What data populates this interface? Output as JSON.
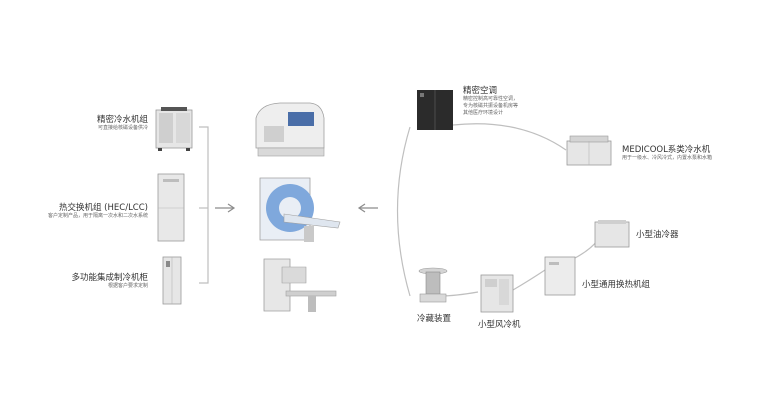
{
  "left_items": [
    {
      "title": "精密冷水机组",
      "subtitle": "可直接给核磁设备供冷"
    },
    {
      "title": "热交换机组 (HEC/LCC)",
      "subtitle": "客户定制产品，用于隔离一次水和二次水系统"
    },
    {
      "title": "多功能集成制冷机柜",
      "subtitle": "根据客户要求定制"
    }
  ],
  "right_top": [
    {
      "title": "精密空调",
      "subtitle_lines": [
        "精密控制高可靠性空调，",
        "专为核磁共振设备机房等",
        "其他医疗环境设计"
      ]
    },
    {
      "title": "MEDICOOL系类冷水机",
      "subtitle": "用于一级水、冷风冷式，内置水泵和水箱"
    }
  ],
  "right_bottom": [
    {
      "title": "小型油冷器"
    },
    {
      "title": "小型通用换热机组"
    },
    {
      "title": "冷藏装置"
    },
    {
      "title": "小型风冷机"
    }
  ],
  "colors": {
    "line": "#bfbfbf",
    "arrow": "#8c8c8c",
    "mri_blue": "#7fa8dc",
    "unit_gray": "#e6e6e6",
    "dark_unit": "#2b2b2b"
  }
}
